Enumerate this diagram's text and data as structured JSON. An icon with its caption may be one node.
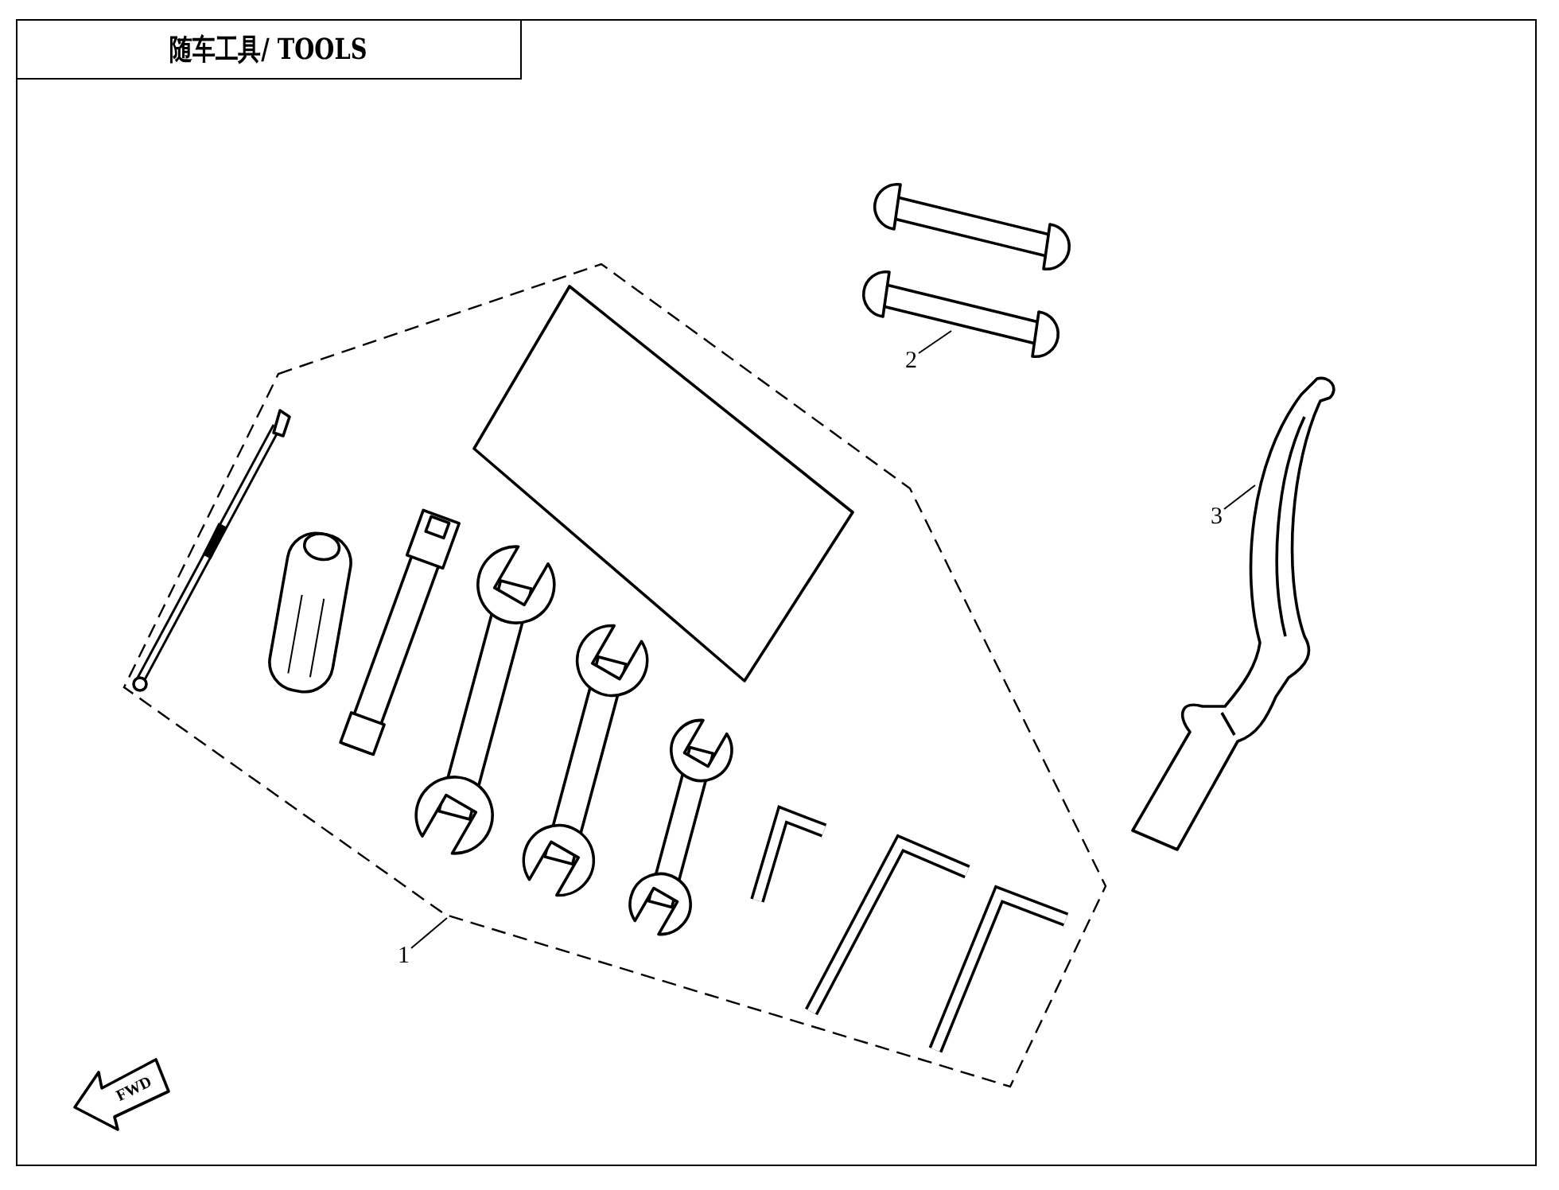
{
  "diagram": {
    "title": "随车工具/ TOOLS",
    "nodes": [
      {
        "text": [
          "1"
        ]
      },
      {
        "text": [],
        "shape": "picture"
      },
      {
        "text": [
          "2"
        ]
      },
      {
        "text": [],
        "shape": "picture"
      },
      {
        "text": [
          "3"
        ]
      },
      {
        "text": [],
        "shape": "picture"
      }
    ],
    "edges": [
      {
        "from": 0,
        "to": 1,
        "arrow": "none"
      },
      {
        "from": 2,
        "to": 3,
        "arrow": "none"
      },
      {
        "from": 4,
        "to": 5,
        "arrow": "none"
      }
    ],
    "labels": [
      "FWD"
    ]
  }
}
